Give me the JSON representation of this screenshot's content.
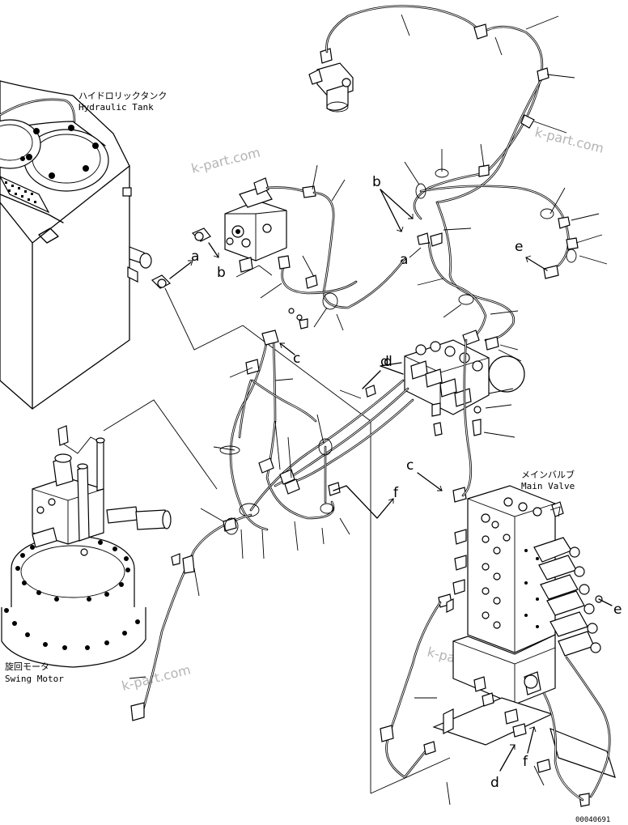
{
  "components": {
    "hydraulic_tank": {
      "jp": "ハイドロリックタンク",
      "en": "Hydraulic Tank"
    },
    "swing_motor": {
      "jp": "旋回モータ",
      "en": "Swing Motor"
    },
    "main_valve": {
      "jp": "メインバルブ",
      "en": "Main Valve"
    }
  },
  "connection_letters": {
    "a_tank": "a",
    "b_tank": "b",
    "b_upper": "b",
    "a_upper": "a",
    "c_upper": "c",
    "c_valve": "c",
    "d_upper": "d",
    "d_lower": "d",
    "e_left": "e",
    "e_right": "e",
    "f_mid": "f",
    "f_lower": "f"
  },
  "watermarks": [
    "k-part.com",
    "k-part.com",
    "k-part.com",
    "k-part.com"
  ],
  "drawing_code": "00040691"
}
